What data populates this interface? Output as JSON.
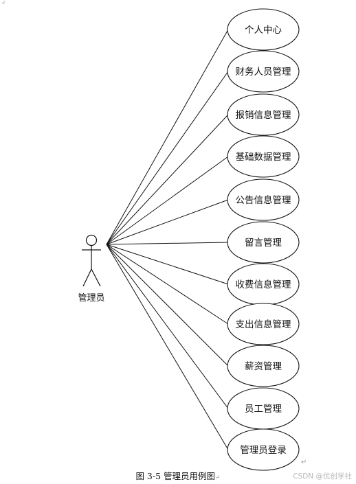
{
  "corner_mark": "↲",
  "actor": {
    "label": "管理员"
  },
  "use_cases": [
    "个人中心",
    "财务人员管理",
    "报销信息管理",
    "基础数据管理",
    "公告信息管理",
    "留言管理",
    "收费信息管理",
    "支出信息管理",
    "薪资管理",
    "员工管理",
    "管理员登录"
  ],
  "caption": {
    "text": "图 3-5  管理员用例图",
    "mark": "↵"
  },
  "end_mark": "↵",
  "watermark": "CSDN @优创学社"
}
